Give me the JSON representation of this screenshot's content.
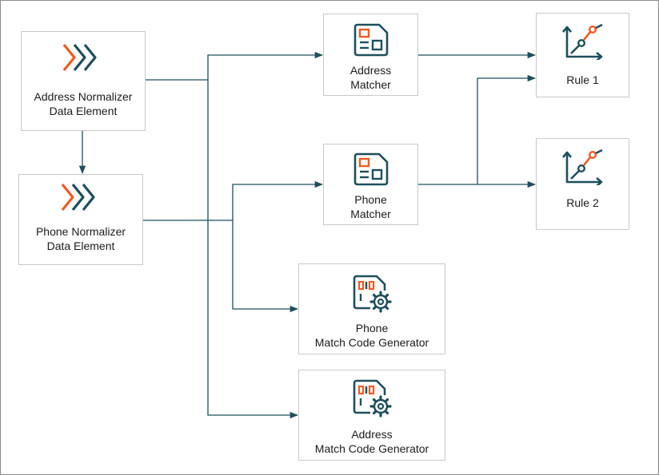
{
  "colors": {
    "teal": "#1d4f5c",
    "orange": "#f05a22",
    "connector": "#1d4f5c",
    "border": "#c8c8c8"
  },
  "nodes": {
    "address_normalizer": {
      "line1": "Address Normalizer",
      "line2": "Data Element",
      "icon": "chevrons-icon"
    },
    "phone_normalizer": {
      "line1": "Phone Normalizer",
      "line2": "Data Element",
      "icon": "chevrons-icon"
    },
    "address_matcher": {
      "line1": "Address",
      "line2": "Matcher",
      "icon": "matcher-icon"
    },
    "phone_matcher": {
      "line1": "Phone",
      "line2": "Matcher",
      "icon": "matcher-icon"
    },
    "rule1": {
      "line1": "Rule 1",
      "icon": "rule-chart-icon"
    },
    "rule2": {
      "line1": "Rule 2",
      "icon": "rule-chart-icon"
    },
    "phone_mcg": {
      "line1": "Phone",
      "line2": "Match Code Generator",
      "icon": "code-generator-icon"
    },
    "address_mcg": {
      "line1": "Address",
      "line2": "Match Code Generator",
      "icon": "code-generator-icon"
    }
  }
}
